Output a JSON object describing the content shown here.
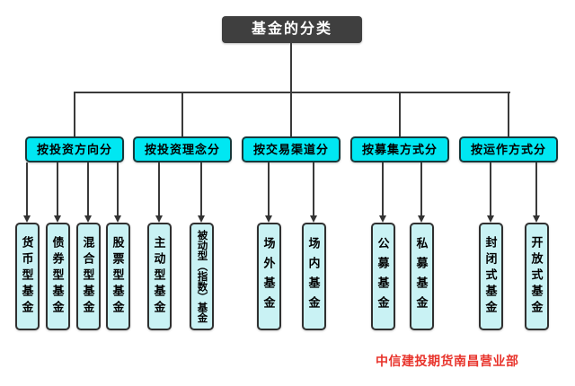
{
  "diagram": {
    "root": "基金的分类",
    "groups": [
      {
        "label": "按投资方向分",
        "children": [
          "货币型基金",
          "债券型基金",
          "混合型基金",
          "股票型基金"
        ]
      },
      {
        "label": "按投资理念分",
        "children": [
          "主动型基金",
          "被动型（指数）基金"
        ]
      },
      {
        "label": "按交易渠道分",
        "children": [
          "场外基金",
          "场内基金"
        ]
      },
      {
        "label": "按募集方式分",
        "children": [
          "公募基金",
          "私募基金"
        ]
      },
      {
        "label": "按运作方式分",
        "children": [
          "封闭式基金",
          "开放式基金"
        ]
      }
    ],
    "caption": "中信建投期货南昌营业部",
    "colors": {
      "root_bg": "#3f3f3f",
      "root_text": "#ffffff",
      "category_fill": "#00e7f2",
      "category_border": "#17393b",
      "leaf_fill": "#c9f2f4",
      "leaf_border": "#303030",
      "line": "#3a3a3a",
      "caption_red": "#e8342c"
    }
  }
}
